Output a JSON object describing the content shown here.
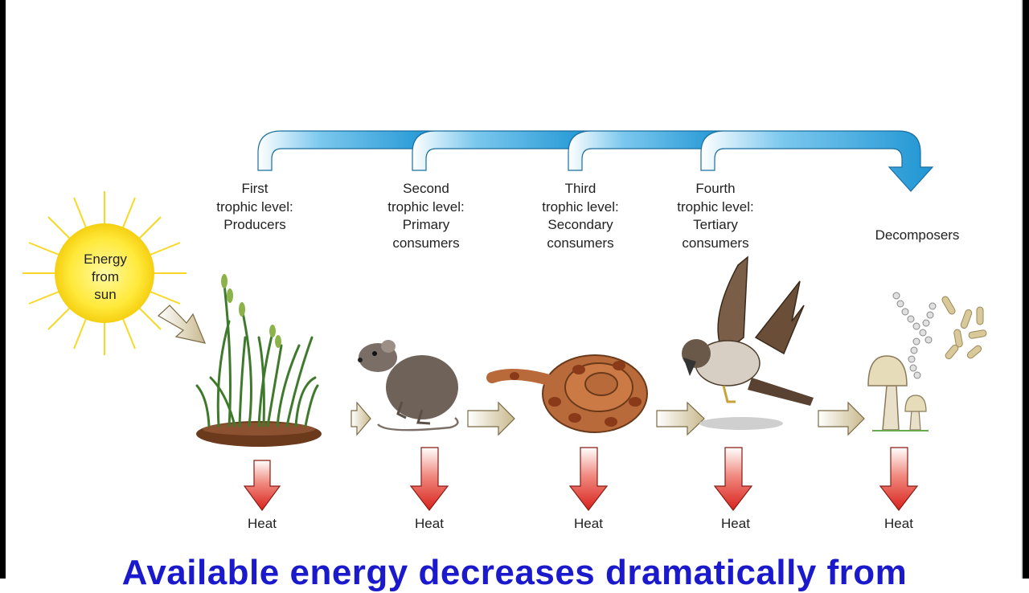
{
  "sun": {
    "label": "Energy\nfrom\nsun"
  },
  "levels": [
    {
      "label": "First\ntrophic level:\nProducers"
    },
    {
      "label": "Second\ntrophic level:\nPrimary\nconsumers"
    },
    {
      "label": "Third\ntrophic level:\nSecondary\nconsumers"
    },
    {
      "label": "Fourth\ntrophic level:\nTertiary\nconsumers"
    },
    {
      "label": "Decomposers"
    }
  ],
  "heat_labels": [
    "Heat",
    "Heat",
    "Heat",
    "Heat",
    "Heat"
  ],
  "caption": "Available energy decreases dramatically from",
  "colors": {
    "flow_arrow": "#2a9fd8",
    "heat_arrow": "#e0302a",
    "caption": "#1a1acc"
  }
}
